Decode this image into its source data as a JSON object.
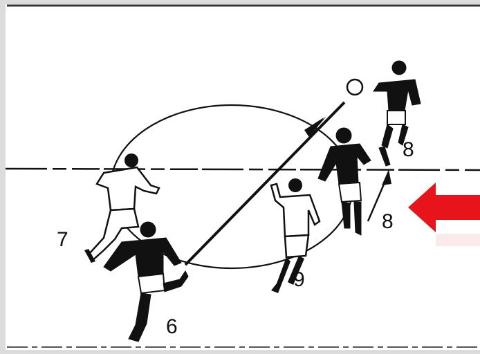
{
  "diagram": {
    "player_numbers": {
      "p7": "7",
      "p6": "6",
      "p9": "9",
      "p8_low": "8",
      "p8_high": "8"
    },
    "colors": {
      "background": "#ffffff",
      "ink": "#111111",
      "highlight_arrow": "#e8141b",
      "frame": "#dcdcdc"
    },
    "icons": {
      "ball": "ball-icon",
      "pointer": "red-arrow-icon"
    }
  }
}
